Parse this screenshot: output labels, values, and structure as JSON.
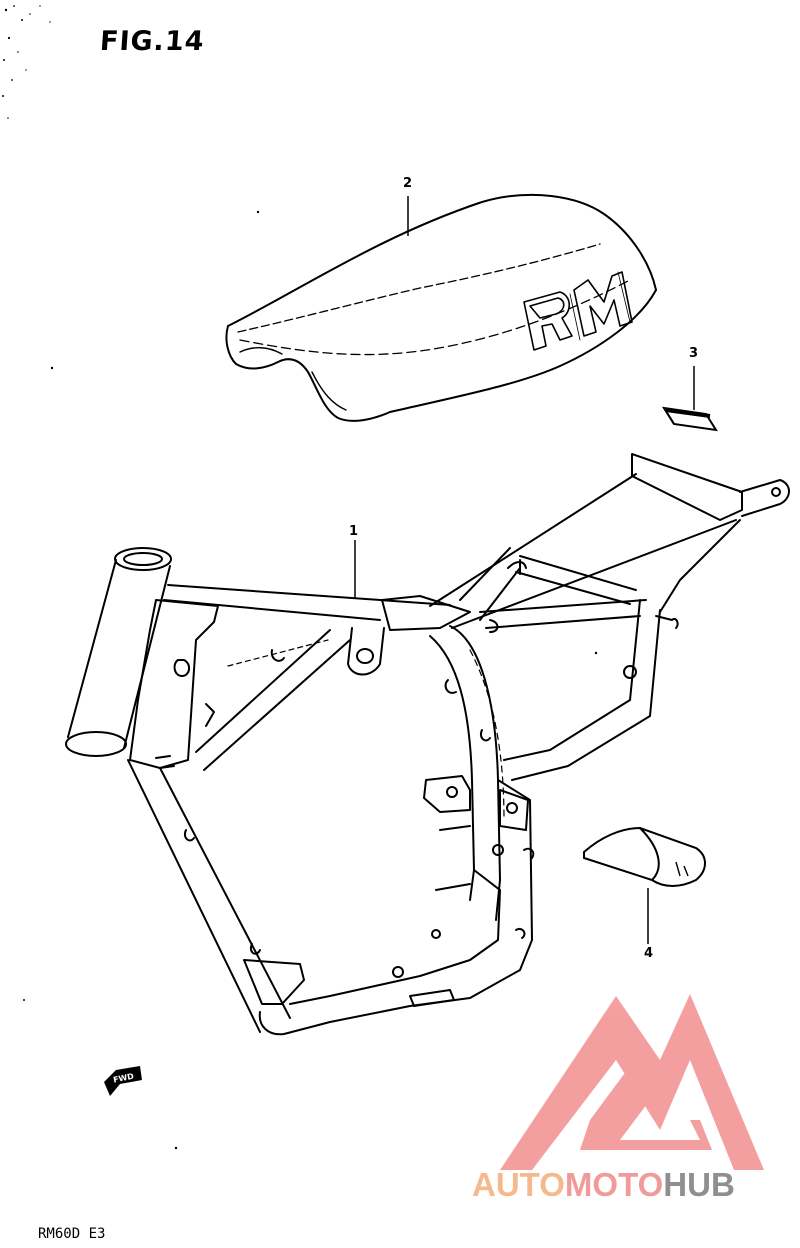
{
  "figure": {
    "title": "FIG.14"
  },
  "callouts": [
    {
      "id": "1",
      "label": "1"
    },
    {
      "id": "2",
      "label": "2"
    },
    {
      "id": "3",
      "label": "3"
    },
    {
      "id": "4",
      "label": "4"
    }
  ],
  "seat_logo": "RM",
  "fwd_label": "FWD",
  "footer": {
    "model_code": "RM60D  E3"
  },
  "watermark": {
    "part1": "AUTO",
    "part2": "MOTO",
    "part3": "HUB"
  },
  "colors": {
    "ink": "#000000",
    "watermark_red": "#f08080",
    "watermark_orange": "#f6b98e",
    "watermark_gray": "#8f8f8f"
  }
}
